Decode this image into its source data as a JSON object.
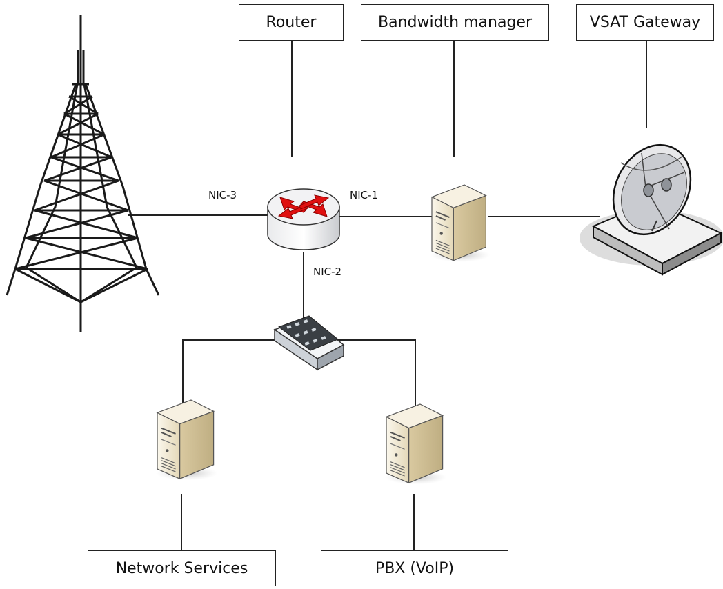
{
  "labels": {
    "router": "Router",
    "bandwidth_manager": "Bandwidth manager",
    "vsat_gateway": "VSAT Gateway",
    "network_services": "Network Services",
    "pbx": "PBX (VoIP)"
  },
  "nics": {
    "nic1": "NIC-1",
    "nic2": "NIC-2",
    "nic3": "NIC-3"
  },
  "colors": {
    "line": "#222222",
    "router_arrows": "#e01010",
    "server_body": "#efe6cf",
    "switch_body": "#e8ecf0"
  },
  "icons": [
    "tower-icon",
    "router-icon",
    "server-icon",
    "switch-icon",
    "satellite-dish-icon"
  ]
}
